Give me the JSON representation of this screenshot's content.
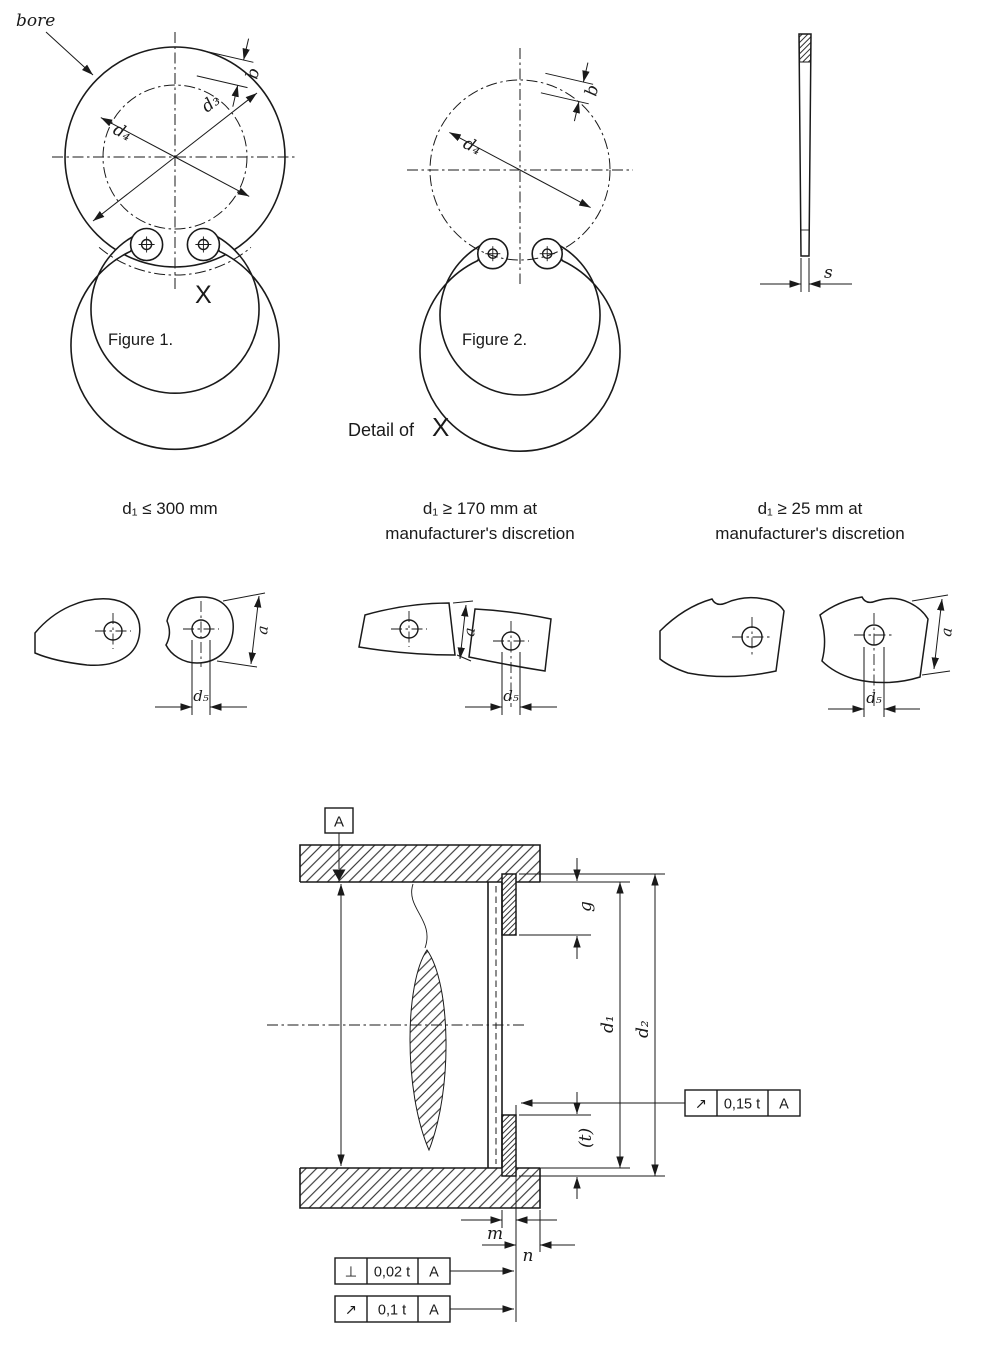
{
  "page": {
    "background": "#ffffff",
    "ink": "#1a1a1a"
  },
  "figure1": {
    "bore_label": "bore",
    "caption": "Figure 1.",
    "x_ref": "X",
    "dims": {
      "b": "b",
      "d3": "d₃",
      "d4": "d₄"
    }
  },
  "figure2": {
    "caption": "Figure 2.",
    "dims": {
      "b": "b",
      "d4": "d₄"
    }
  },
  "side_view": {
    "dims": {
      "s": "s"
    }
  },
  "detail": {
    "heading": "Detail of",
    "heading_ref": "X",
    "variants": [
      {
        "condition_line1": "d₁ ≤  300 mm",
        "condition_line2": "",
        "dims": {
          "a": "a",
          "d5": "d₅"
        }
      },
      {
        "condition_line1": "d₁ ≥ 170 mm at",
        "condition_line2": "manufacturer's discretion",
        "dims": {
          "a": "a",
          "d5": "d₅"
        }
      },
      {
        "condition_line1": "d₁ ≥ 25 mm at",
        "condition_line2": "manufacturer's discretion",
        "dims": {
          "a": "a",
          "d5": "d₅"
        }
      }
    ]
  },
  "section": {
    "datum_label": "A",
    "dims": {
      "g": "g",
      "d1": "d₁",
      "d2": "d₂",
      "t": "(t)",
      "m": "m",
      "n": "n"
    },
    "tolerance_frames": [
      {
        "symbol": "↗",
        "name": "circular-runout",
        "value": "0,15 t",
        "datum": "A"
      },
      {
        "symbol": "⊥",
        "name": "perpendicularity",
        "value": "0,02 t",
        "datum": "A"
      },
      {
        "symbol": "↗",
        "name": "circular-runout",
        "value": "0,1 t",
        "datum": "A"
      }
    ]
  }
}
